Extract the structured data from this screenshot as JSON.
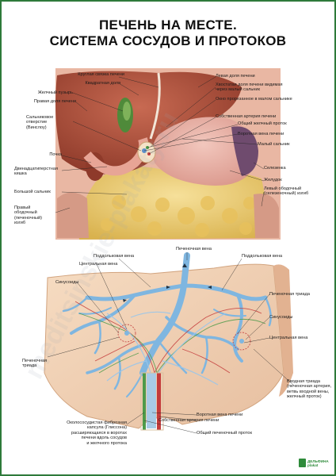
{
  "title": {
    "line1": "ПЕЧЕНЬ НА МЕСТЕ.",
    "line2": "СИСТЕМА СОСУДОВ И ПРОТОКОВ"
  },
  "top_labels": {
    "round_ligament": "Круглая связка печени",
    "quadrate_lobe": "Квадратная доля",
    "gallbladder": "Желчный пузырь",
    "right_lobe": "Правая доля печени",
    "omental_foramen": "Сальниковое\nотверстие\n(Винслоу)",
    "kidney": "Почка",
    "duodenum": "Двенадцатиперстная\nкишка",
    "greater_omentum": "Большой сальник",
    "right_colic_flexure": "Правый\nободочный\n(печеночный)\nизгиб",
    "left_lobe": "Левая доля печени",
    "caudate_lobe": "Хвостатая доля печени видимая\nчерез малый сальник",
    "window": "Окно прорезанное в малом сальнике",
    "hepatic_artery": "Собственная артерия печени",
    "common_bile_duct": "Общий желчный проток",
    "portal_vein": "Воротная вена печени",
    "lesser_omentum": "Малый сальник",
    "spleen": "Селезенка",
    "stomach": "Желудок",
    "left_colic_flexure": "Левый ободочный\n(селезеночный) изгиб"
  },
  "bottom_labels": {
    "hepatic_vein": "Печеночная вена",
    "sublobular_vein_left": "Поддольковая вена",
    "sublobular_vein_right": "Поддольковая вена",
    "central_vein_left": "Центральная вена",
    "sinusoids_left": "Синусоиды",
    "hepatic_triad_left": "Печеночная\nтриада",
    "hepatic_triad_right": "Печеночная триада",
    "sinusoids_right": "Синусоиды",
    "central_vein_right": "Центральная вена",
    "inlet_triad": "Вводная триада\n(печеночная артерия,\nветвь входной вены,\nжелчный проток)",
    "glisson_capsule": "Околососудистая фиброзная\nкапсула (Глиссона)\nрасширяющаяся в воротах\nпечени вдоль сосудов\nи желчного протока",
    "portal_vein": "Воротная вена печени",
    "hepatic_artery": "Собственная артерия печени",
    "common_hepatic_duct": "Общий печеночный проток"
  },
  "watermark": "meditsinskie-plakaty.ru",
  "logo": {
    "line1": "ДЕЛЬФИНА",
    "line2": "plakat"
  },
  "colors": {
    "border": "#2e7a3a",
    "liver": "#b5533f",
    "vein": "#7fb6e0",
    "artery": "#c43b3b",
    "bile_duct": "#4e9a4a",
    "fat": "#eccf7a",
    "tissue": "#f1d3b6"
  }
}
